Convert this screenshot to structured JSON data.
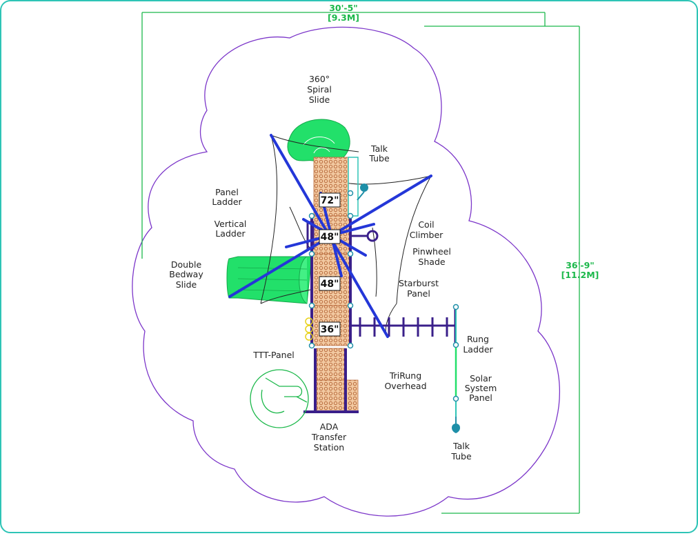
{
  "dimensions": {
    "width_label": "30'-5\"",
    "width_metric": "[9.3M]",
    "depth_label": "36'-9\"",
    "depth_metric": "[11.2M]"
  },
  "components": {
    "spiral_slide": [
      "360°",
      "Spiral",
      "Slide"
    ],
    "talk_tube_top": [
      "Talk",
      "Tube"
    ],
    "panel_ladder": [
      "Panel",
      "Ladder"
    ],
    "vertical_ladder": [
      "Vertical",
      "Ladder"
    ],
    "double_bedway_slide": [
      "Double",
      "Bedway",
      "Slide"
    ],
    "coil_climber": [
      "Coil",
      "Climber"
    ],
    "pinwheel_shade": [
      "Pinwheel",
      "Shade"
    ],
    "starburst_panel": [
      "Starburst",
      "Panel"
    ],
    "rung_ladder": [
      "Rung",
      "Ladder"
    ],
    "solar_system_panel": [
      "Solar",
      "System",
      "Panel"
    ],
    "trirung_overhead": [
      "TriRung",
      "Overhead"
    ],
    "ttt_panel": [
      "TTT-Panel"
    ],
    "ada_transfer_station": [
      "ADA",
      "Transfer",
      "Station"
    ],
    "talk_tube_bottom": [
      "Talk",
      "Tube"
    ]
  },
  "deck_heights": [
    "72\"",
    "48\"",
    "48\"",
    "36\""
  ],
  "colors": {
    "border": "#2ec4b6",
    "use_zone": "#7b35c9",
    "dimension": "#1bb84a",
    "slide": "#22e06a",
    "shade_pole": "#2437d8",
    "post": "#3a1f8a",
    "deck_fill": "#f2c9a1",
    "deck_dots": "#b86a3c",
    "talk_tube": "#1e8fa8"
  }
}
